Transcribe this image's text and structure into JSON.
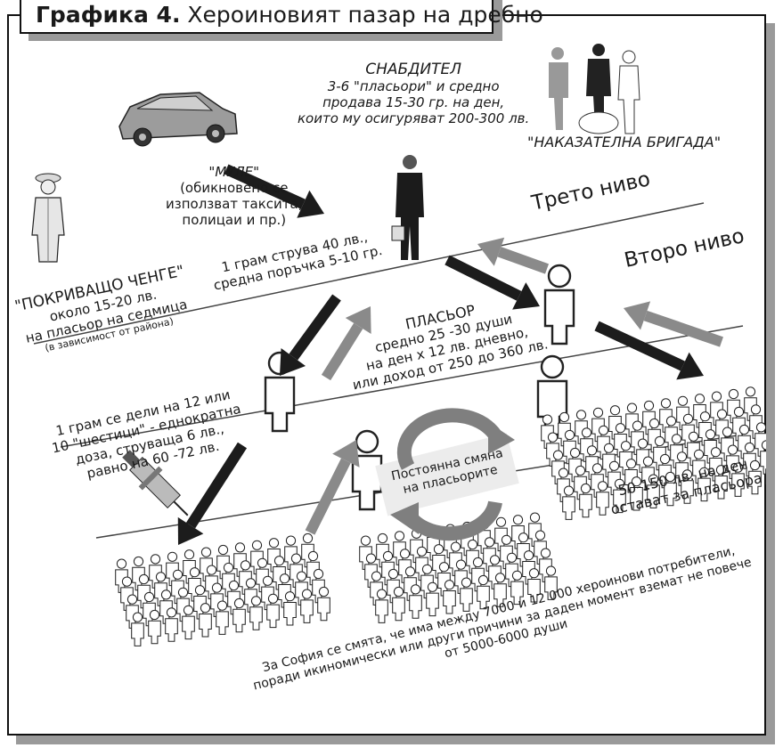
{
  "title": {
    "prefix": "Графика 4.",
    "text": "Хероиновият пазар на дребно"
  },
  "levels": {
    "third": "Трето ниво",
    "second": "Второ ниво"
  },
  "supplier": {
    "title": "СНАБДИТЕЛ",
    "line1": "3-6 \"пласьори\" и средно",
    "line2": "продава 15-30 гр. на ден,",
    "line3": "които му осигуряват 200-300 лв."
  },
  "mule": {
    "title": "\"МУЛЕ\"",
    "line1": "(обикновено се",
    "line2": "използват таксита,",
    "line3": "полицаи и пр.)"
  },
  "punitive": {
    "title": "\"НАКАЗАТЕЛНА БРИГАДА\""
  },
  "cover": {
    "title": "\"ПОКРИВАЩО ЧЕНГЕ\"",
    "line1": "около 15-20 лв.",
    "line2": "на пласьор на седмица",
    "line3": "(в зависимост от района)"
  },
  "gram": {
    "line1": "1 грам струва 40 лв.,",
    "line2": "средна поръчка 5-10 гр."
  },
  "dealer": {
    "title": "ПЛАСЬОР",
    "line1": "средно 25 -30 души",
    "line2": "на ден х 12 лв. дневно,",
    "line3": "или доход от 250 до 360 лв."
  },
  "doses": {
    "line1": "1 грам се дели на 12 или",
    "line2": "10 \"шестици\" - еднократна",
    "line3": "доза, струваща 6 лв.,",
    "line4": "равно на 60 -72 лв."
  },
  "rotation": {
    "line1": "Постоянна смяна",
    "line2": "на пласьорите"
  },
  "margin": {
    "line1": "50-150 лв. на ден",
    "line2": "остават за пласьора"
  },
  "sofia": {
    "line1": "За София се смята, че има между 7000 и 12 000 хероинови потребители,",
    "line2": "поради икиномически или други причини за даден момент вземат не повече",
    "line3": "от 5000-6000 души"
  },
  "colors": {
    "dark_arrow": "#1c1c1c",
    "grey_arrow": "#8a8a8a",
    "figure_fill": "#ffffff",
    "figure_stroke": "#222222",
    "line": "#444444"
  },
  "icons": [
    "car-icon",
    "police-officer-icon",
    "businessman-icon",
    "thugs-icon",
    "syringe-icon",
    "person-icon",
    "rotation-arrows-icon"
  ]
}
